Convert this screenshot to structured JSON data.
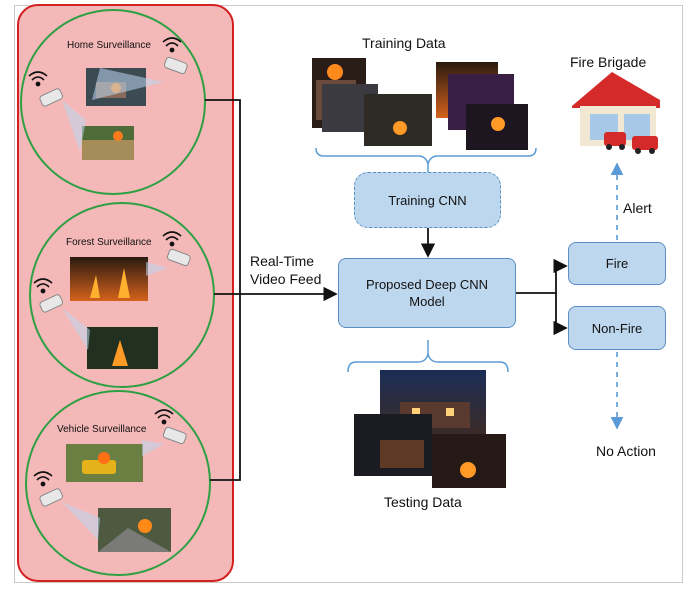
{
  "colors": {
    "panel_fill": "#f4b8b8",
    "panel_border": "#d42020",
    "circle_border": "#2ea043",
    "node_fill": "#bdd7ee",
    "node_border": "#5b8ec2",
    "arrow": "#111111",
    "dashed_arrow": "#5b9bd5"
  },
  "surveillance": {
    "home": "Home Surveillance",
    "forest": "Forest Surveillance",
    "vehicle": "Vehicle Surveillance"
  },
  "labels": {
    "feed_line1": "Real-Time",
    "feed_line2": "Video Feed",
    "training_data": "Training Data",
    "testing_data": "Testing Data",
    "fire_brigade": "Fire Brigade",
    "alert": "Alert",
    "no_action": "No Action"
  },
  "nodes": {
    "training_cnn": "Training CNN",
    "model_line1": "Proposed Deep CNN",
    "model_line2": "Model",
    "fire": "Fire",
    "non_fire": "Non-Fire"
  }
}
